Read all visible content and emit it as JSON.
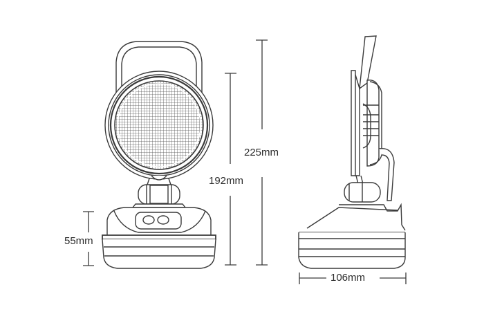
{
  "diagram": {
    "type": "product-dimension-drawing",
    "views": [
      {
        "name": "front-view",
        "subject": "portable round LED work light with carry handle and base"
      },
      {
        "name": "side-view",
        "subject": "portable round LED work light side profile"
      }
    ],
    "dimensions": {
      "base_height": {
        "label": "55mm",
        "orientation": "vertical"
      },
      "lamp_height": {
        "label": "192mm",
        "orientation": "vertical"
      },
      "total_height": {
        "label": "225mm",
        "orientation": "vertical"
      },
      "base_width": {
        "label": "106mm",
        "orientation": "horizontal"
      }
    },
    "colors": {
      "line": "#3a3a3a",
      "background": "#ffffff",
      "text": "#2b2b2b"
    }
  }
}
